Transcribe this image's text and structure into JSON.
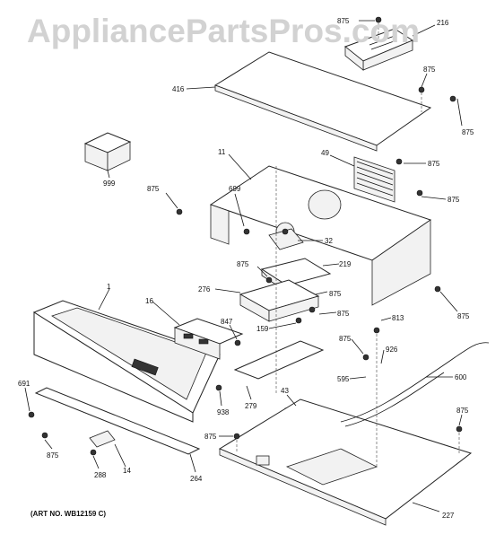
{
  "watermark": "AppliancePartsPros.com",
  "art_number": "(ART NO. WB12159 C)",
  "callouts": [
    "875",
    "216",
    "875",
    "416",
    "875",
    "999",
    "49",
    "875",
    "11",
    "875",
    "699",
    "875",
    "32",
    "875",
    "219",
    "276",
    "1",
    "16",
    "875",
    "847",
    "875",
    "813",
    "159",
    "875",
    "875",
    "926",
    "691",
    "600",
    "595",
    "43",
    "938",
    "279",
    "875",
    "875",
    "875",
    "288",
    "14",
    "264",
    "227"
  ]
}
